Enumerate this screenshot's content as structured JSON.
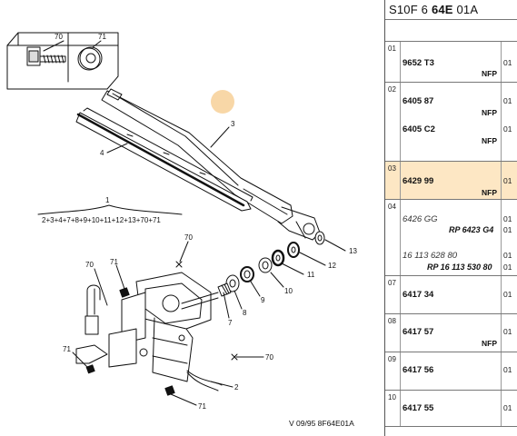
{
  "sheet": {
    "code_prefix": "S10F 6",
    "code_bold": "64E",
    "code_suffix": "01A"
  },
  "diagram": {
    "footer": "V 09/95 8F64E01A",
    "callouts": [
      "70",
      "71",
      "3",
      "4",
      "1",
      "13",
      "12",
      "11",
      "10",
      "9",
      "8",
      "7",
      "70",
      "71",
      "70",
      "71",
      "70",
      "2",
      "71"
    ],
    "assembly_formula": "2+3+4+7+8+9+10+11+12+13+70+71",
    "highlight_color": "#f5c98a"
  },
  "parts": [
    {
      "group": "01",
      "rows": [
        {
          "ref": "9652 T3",
          "nfp": "NFP",
          "qty": "01"
        }
      ]
    },
    {
      "group": "02",
      "rows": [
        {
          "ref": "6405 87",
          "nfp": "NFP",
          "qty": "01"
        },
        {
          "ref": "6405 C2",
          "nfp": "NFP",
          "qty": "01"
        }
      ]
    },
    {
      "group": "03",
      "highlight": true,
      "rows": [
        {
          "ref": "6429 99",
          "nfp": "NFP",
          "qty": "01"
        }
      ]
    },
    {
      "group": "04",
      "rows": [
        {
          "ref": "6426 GG",
          "italic": true,
          "rp": "RP 6423 G4",
          "qty": "01",
          "qty2": "01"
        },
        {
          "ref": "16 113 628 80",
          "italic": true,
          "rp": "RP 16 113 530 80",
          "qty": "01",
          "qty2": "01"
        }
      ]
    },
    {
      "group": "07",
      "rows": [
        {
          "ref": "6417 34",
          "qty": "01"
        }
      ]
    },
    {
      "group": "08",
      "rows": [
        {
          "ref": "6417 57",
          "nfp": "NFP",
          "qty": "01"
        }
      ]
    },
    {
      "group": "09",
      "rows": [
        {
          "ref": "6417 56",
          "qty": "01"
        }
      ]
    },
    {
      "group": "10",
      "rows": [
        {
          "ref": "6417 55",
          "qty": "01"
        }
      ]
    }
  ]
}
